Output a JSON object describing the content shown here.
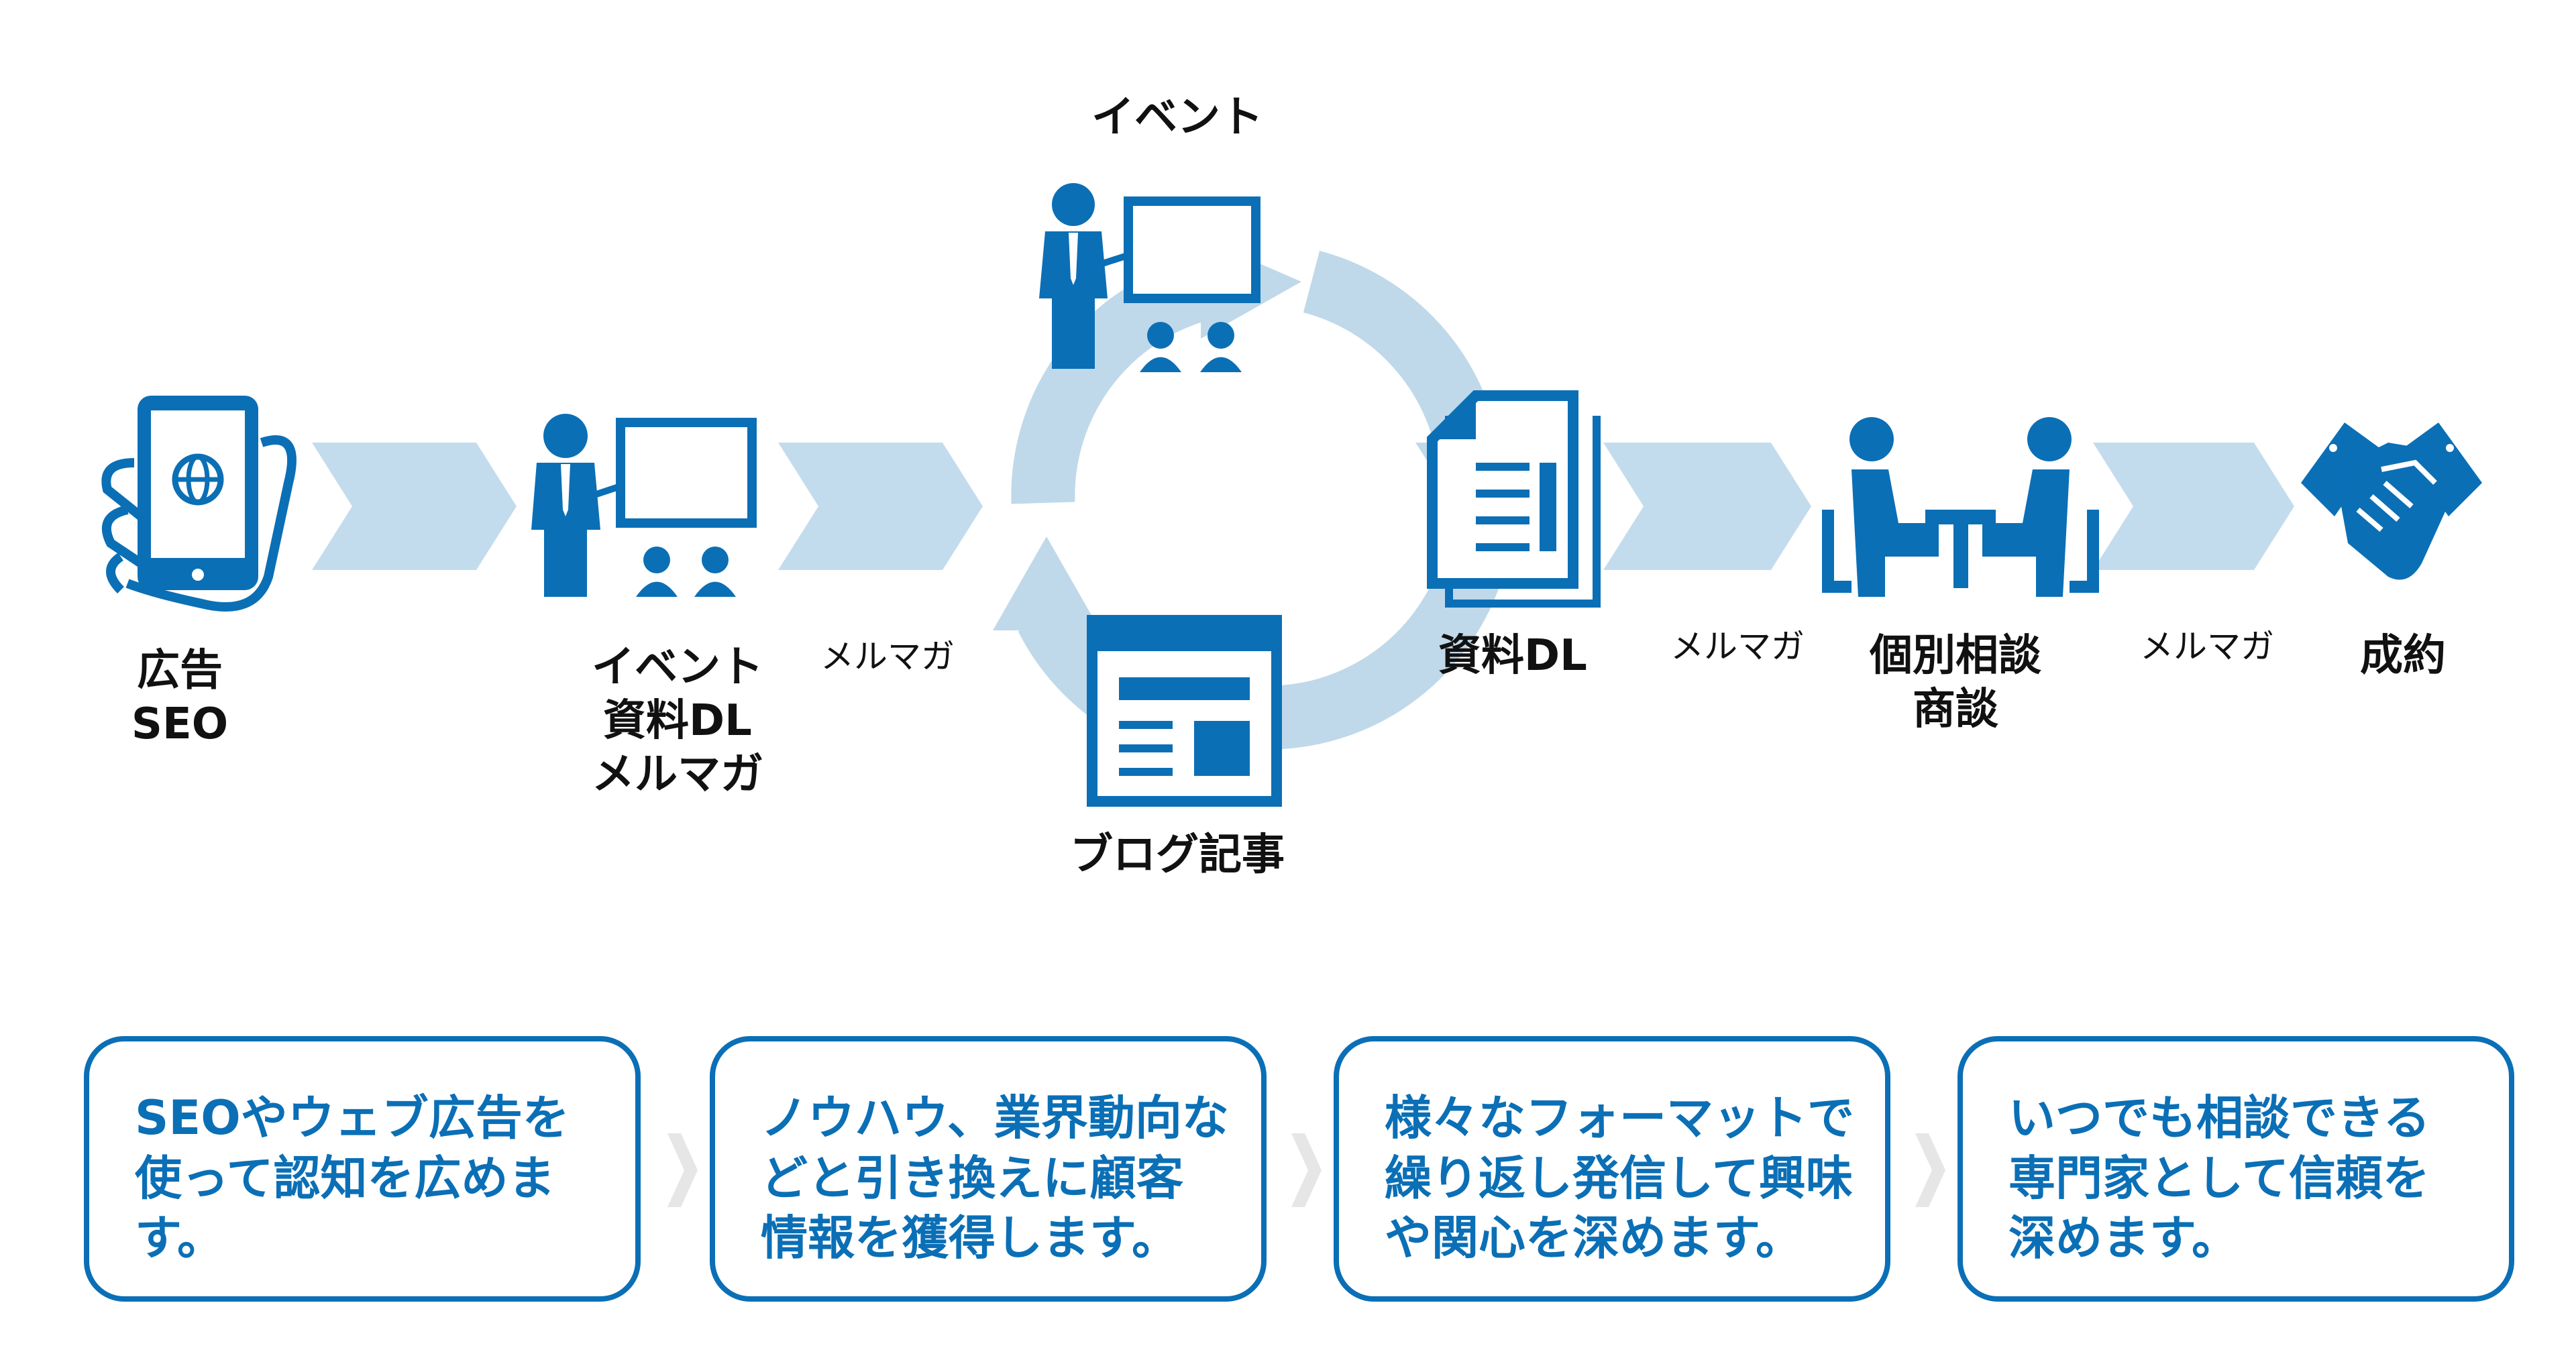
{
  "colors": {
    "primary": "#0b6fb6",
    "arrow": "#c3dced",
    "cycle": "#bfd9ea",
    "card_arrow": "#e6e6e6"
  },
  "icons": [
    "smartphone-hand-icon",
    "presentation-icon",
    "presentation-icon",
    "document-icon",
    "blog-article-icon",
    "meeting-icon",
    "handshake-icon"
  ],
  "steps": [
    {
      "label": "広告\nSEO"
    },
    {
      "label": "イベント\n資料DL\nメルマガ"
    },
    {
      "label": "資料DL"
    },
    {
      "label": "個別相談\n商談"
    },
    {
      "label": "成約"
    }
  ],
  "cycle": {
    "top_label": "イベント",
    "bottom_label": "ブログ記事",
    "right_label": "資料DL"
  },
  "arrow_labels": [
    "メルマガ",
    "メルマガ",
    "メルマガ"
  ],
  "cards": [
    {
      "text": "SEOやウェブ広告を\n使って認知を広めま\nす。"
    },
    {
      "text": "ノウハウ、業界動向な\nどと引き換えに顧客\n情報を獲得します。"
    },
    {
      "text": "様々なフォーマットで\n繰り返し発信して興味\nや関心を深めます。"
    },
    {
      "text": "いつでも相談できる\n専門家として信頼を\n深めます。"
    }
  ]
}
